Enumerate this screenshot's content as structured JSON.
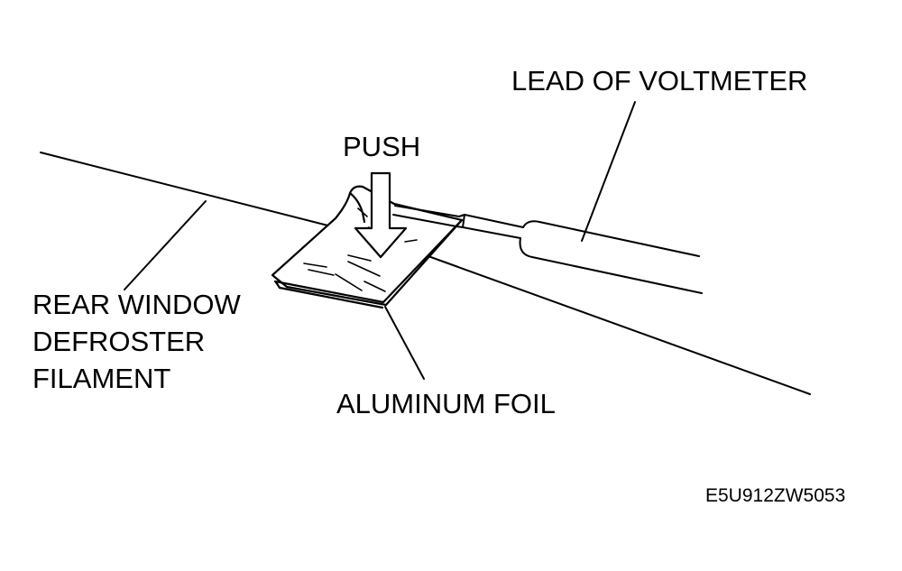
{
  "labels": {
    "lead_of_voltmeter": "LEAD OF VOLTMETER",
    "push": "PUSH",
    "rear_window_defroster_filament": [
      "REAR WINDOW",
      "DEFROSTER",
      "FILAMENT"
    ],
    "aluminum_foil": "ALUMINUM FOIL",
    "figure_code": "E5U912ZW5053"
  }
}
